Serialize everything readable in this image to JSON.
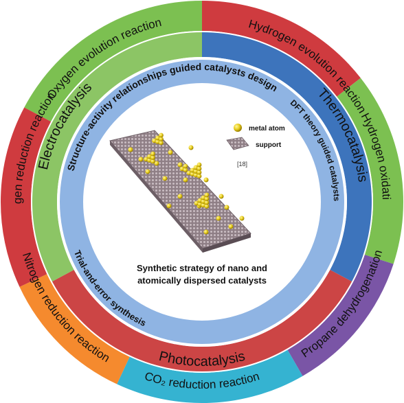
{
  "outer_ring": [
    {
      "label": "Oxygen evolution reaction",
      "color": "#7cc051"
    },
    {
      "label": "Hydrogen evolution reaction",
      "color": "#cf3b3f"
    },
    {
      "label": "Hydrogen oxidation reaction",
      "color": "#7cc051"
    },
    {
      "label": "Propane dehydrogenation",
      "color": "#7a55a6"
    },
    {
      "label": "CO₂ reduction reaction",
      "color": "#35b3d1"
    },
    {
      "label": "Nitrogen reduction reaction",
      "color": "#f58a2e"
    },
    {
      "label": "Oxygen reduction reaction",
      "color": "#cf3b3f"
    }
  ],
  "middle_ring": [
    {
      "label": "Thermocatalysis",
      "color": "#3d74bc"
    },
    {
      "label": "Photocatalysis",
      "color": "#cc4545"
    },
    {
      "label": "Electrocatalysis",
      "color": "#8cc565"
    }
  ],
  "inner_ring": {
    "color": "#8fb4e3",
    "labels": [
      "Structure-activity relationships guided catalysts design",
      "DFT theory guided catalysts design",
      "Trial-and-error synthesis"
    ]
  },
  "center": {
    "title_line1": "Synthetic strategy of nano and",
    "title_line2": "atomically dispersed catalysts",
    "legend_metal": "metal atom",
    "legend_support": "support",
    "reference": "[18]"
  }
}
